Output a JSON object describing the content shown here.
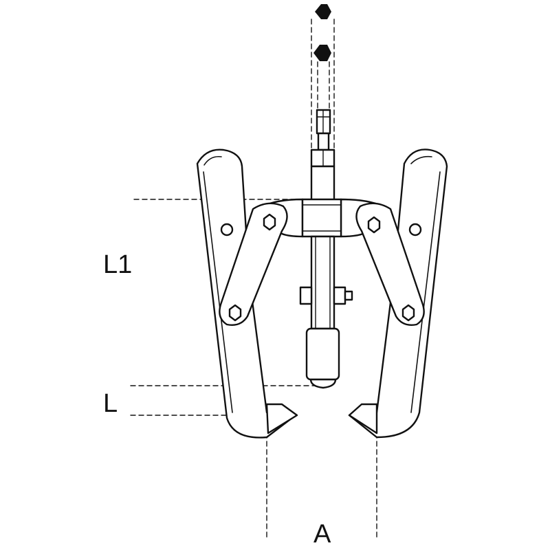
{
  "diagram": {
    "labels": {
      "l1": "L1",
      "l": "L",
      "a": "A"
    },
    "colors": {
      "line": "#111111",
      "fill": "#ffffff",
      "background": "#ffffff"
    }
  }
}
